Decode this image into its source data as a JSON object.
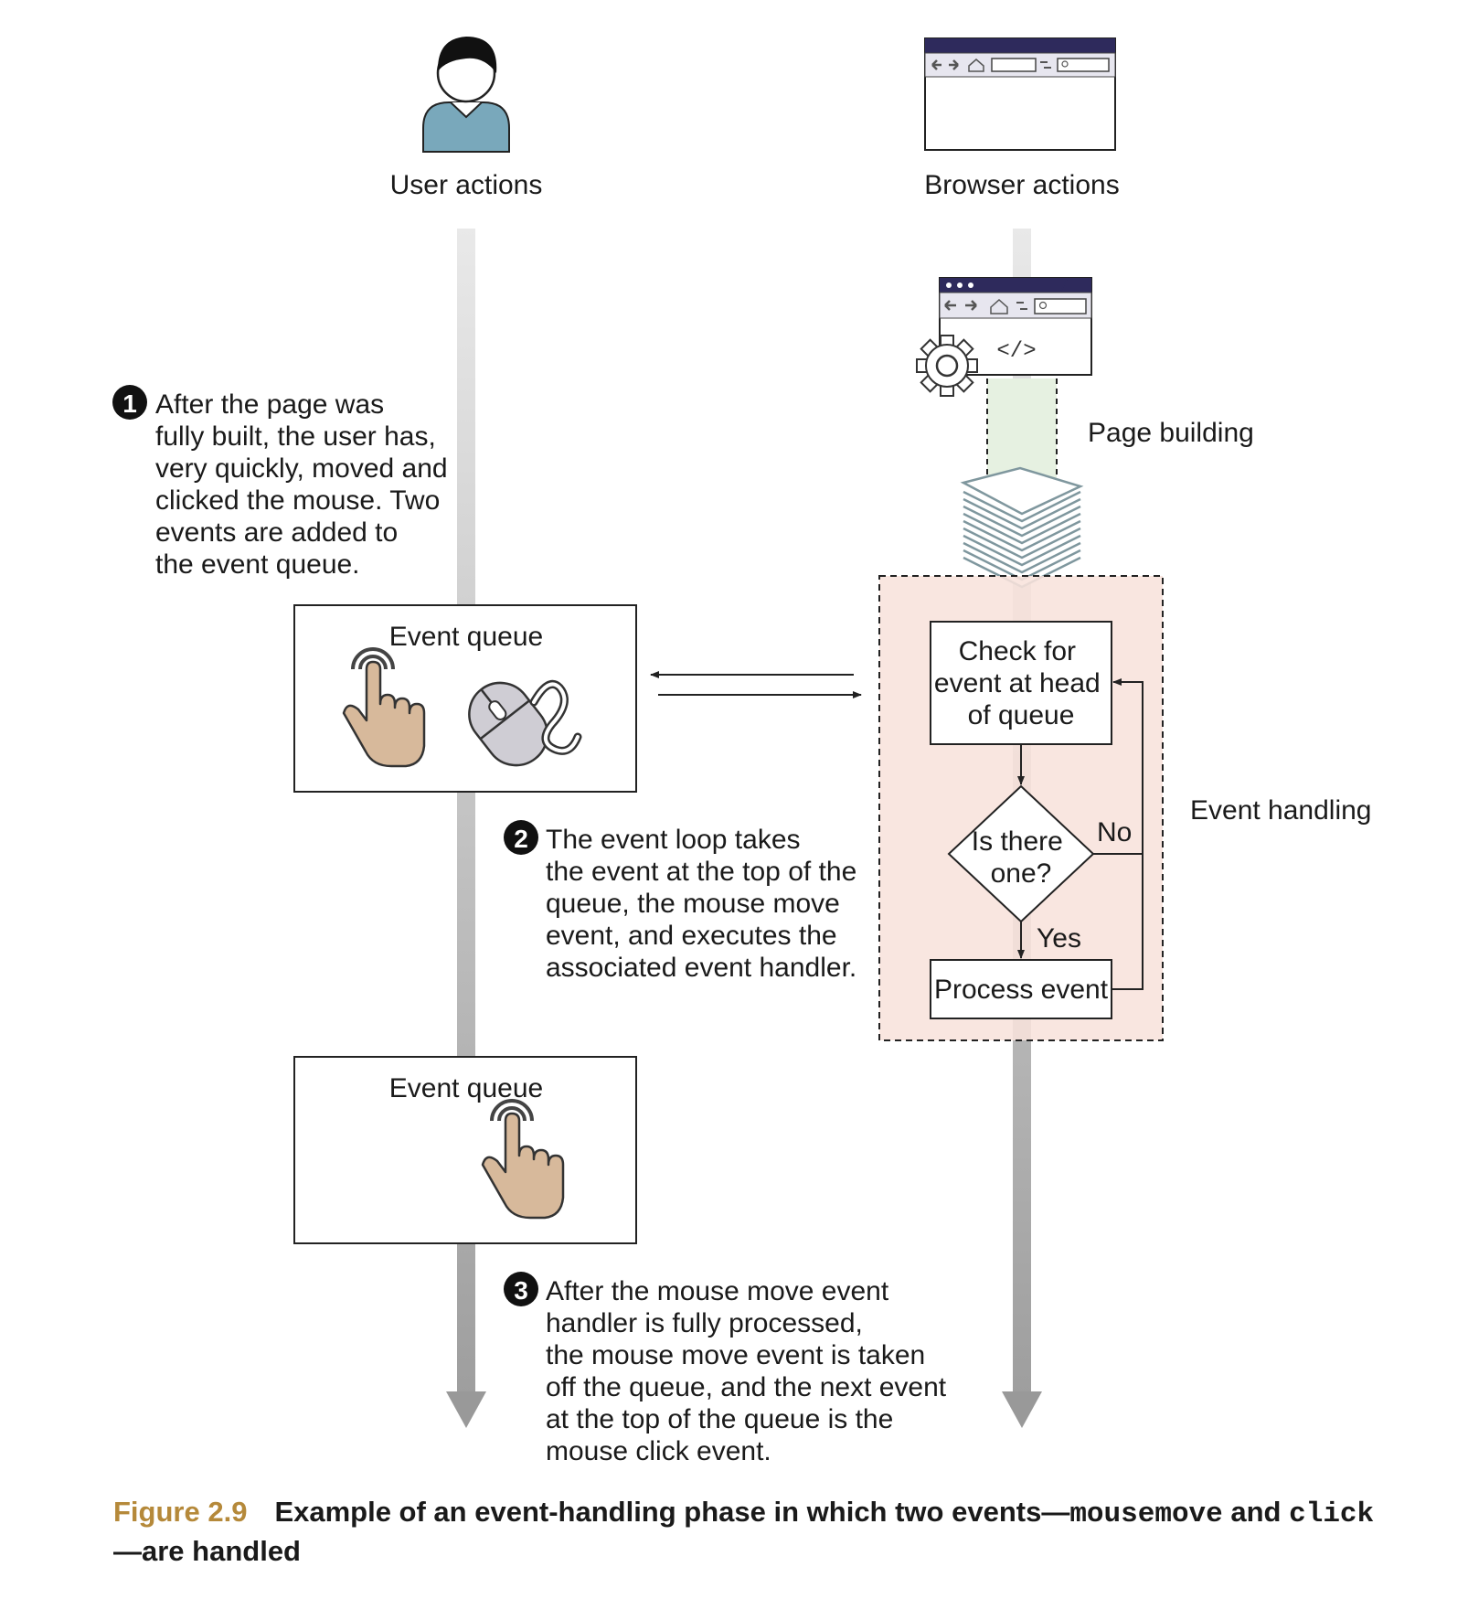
{
  "columns": {
    "user": {
      "title": "User actions",
      "icon": "user-icon"
    },
    "browser": {
      "title": "Browser actions",
      "icon": "browser-window-icon"
    }
  },
  "page_building": {
    "label": "Page building",
    "icon": "browser-code-icon"
  },
  "event_handling": {
    "label": "Event handling"
  },
  "steps": [
    {
      "number": "1",
      "lines": [
        "After the page was",
        "fully built, the user has,",
        "very quickly, moved and",
        "clicked the mouse. Two",
        "events are added to",
        "the event queue."
      ]
    },
    {
      "number": "2",
      "lines": [
        "The event loop takes",
        "the event at the top of the",
        "queue, the mouse move",
        "event, and executes the",
        "associated event handler."
      ]
    },
    {
      "number": "3",
      "lines": [
        "After the mouse move event",
        "handler is fully processed,",
        "the mouse move event is taken",
        "off the queue, and the next event",
        "at the top of the queue is the",
        "mouse click event."
      ]
    }
  ],
  "queues": [
    {
      "title": "Event queue",
      "items": [
        "pointer-click-icon",
        "mouse-icon"
      ]
    },
    {
      "title": "Event queue",
      "items": [
        "pointer-click-icon"
      ]
    }
  ],
  "flowchart": {
    "check": [
      "Check for",
      "event at head",
      "of queue"
    ],
    "decision": [
      "Is there",
      "one?"
    ],
    "yes_label": "Yes",
    "no_label": "No",
    "process": "Process event"
  },
  "colors": {
    "user_body": "#79a8bb",
    "hand": "#d7b99b",
    "mouse": "#cfcdd4",
    "page_building_fill": "#e6f1e1",
    "event_handling_fill": "#f8e3dc",
    "browser_bar": "#2e2a5c",
    "caption_accent": "#b5893a"
  },
  "caption": {
    "figure": "Figure 2.9",
    "text_before": "Example of an event-handling phase in which two events—",
    "code1": "mousemove",
    "text_mid": " and ",
    "code2": "click",
    "text_after": "—are handled"
  }
}
